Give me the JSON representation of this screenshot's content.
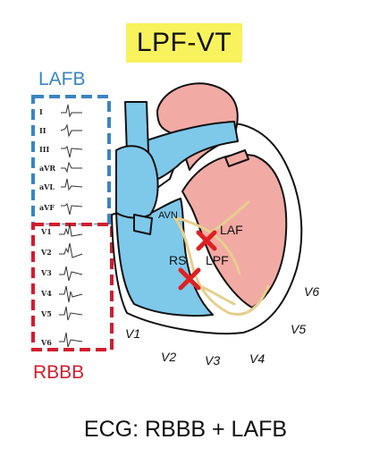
{
  "title": "LPF-VT",
  "lafb_label": "LAFB",
  "rbbb_label": "RBBB",
  "footer": "ECG: RBBB + LAFB",
  "lafb_leads": [
    "I",
    "II",
    "III",
    "aVR",
    "aVL",
    "aVF"
  ],
  "rbbb_leads": [
    "V1",
    "V2",
    "V3",
    "V4",
    "V5",
    "V6"
  ],
  "heart_labels": {
    "avn": "AVN",
    "laf": "LAF",
    "rs": "RS",
    "lpf": "LPF"
  },
  "precordial": [
    "V1",
    "V2",
    "V3",
    "V4",
    "V5",
    "V6"
  ],
  "colors": {
    "title_bg": "#f8f25c",
    "lafb_blue": "#3a84c4",
    "rbbb_red": "#d21d2e",
    "right_heart": "#7ec8ea",
    "left_heart": "#f2aaa4",
    "conduction": "#e6cf8e",
    "lesion_x": "#e02020"
  }
}
